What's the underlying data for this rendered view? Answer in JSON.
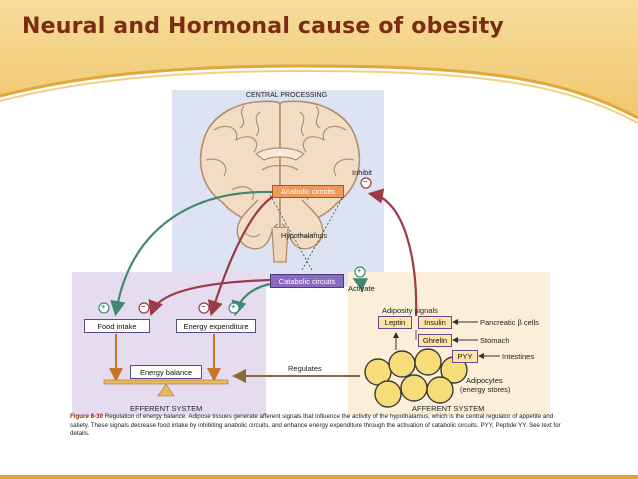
{
  "slide": {
    "title": "Neural and Hormonal cause of obesity",
    "colors": {
      "title": "#7a2d14",
      "banner": "#f4d28a",
      "accent": "#e8a92a"
    }
  },
  "figure": {
    "central_processing": "CENTRAL PROCESSING",
    "inhibit": "Inhibit",
    "anabolic": "Anabolic circuits",
    "hypothalamus": "Hypothalamus",
    "catabolic": "Catabolic circuits",
    "activate": "Activate",
    "food_intake": "Food intake",
    "energy_expenditure": "Energy expenditure",
    "energy_balance": "Energy balance",
    "regulates": "Regulates",
    "efferent": "EFFERENT SYSTEM",
    "afferent": "AFFERENT SYSTEM",
    "adiposity_signals": "Adiposity signals",
    "leptin": "Leptin",
    "insulin": "Insulin",
    "ghrelin": "Ghrelin",
    "pyy": "PYY",
    "pancreatic": "Pancreatic β cells",
    "stomach": "Stomach",
    "intestines": "Intestines",
    "adipocytes": "Adipocytes",
    "energy_stores": "(energy stores)",
    "plus": "+",
    "minus": "−"
  },
  "caption": {
    "label": "Figure 8-30",
    "text": " Regulation of energy balance. Adipose tissues generate afferent signals that influence the activity of the hypothalamus, which is the central regulator of appetite and satiety. These signals decrease food intake by inhibiting anabolic circuits, and enhance energy expenditure through the activation of catabolic circuits. PYY, Peptide YY. See text for details."
  }
}
